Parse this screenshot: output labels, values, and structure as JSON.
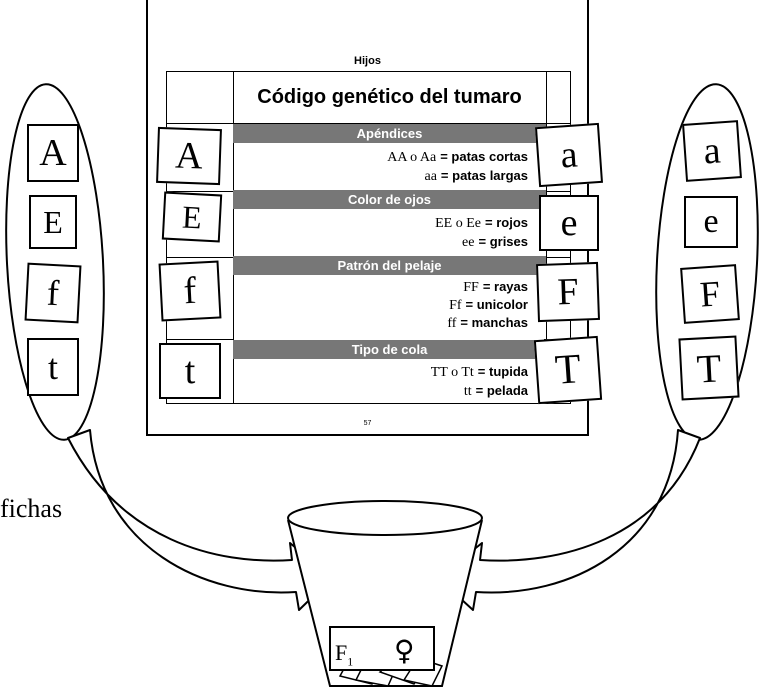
{
  "sheet": {
    "title": "Hijos",
    "main_title": "Código genético del tumaro",
    "page_number": "57",
    "sections": [
      {
        "name": "Apéndices",
        "rules": [
          {
            "genotype": "AA o Aa",
            "result": "= patas cortas"
          },
          {
            "genotype": "aa",
            "result": "= patas largas"
          }
        ]
      },
      {
        "name": "Color de ojos",
        "rules": [
          {
            "genotype": "EE o Ee",
            "result": "= rojos"
          },
          {
            "genotype": "ee",
            "result": "= grises"
          }
        ]
      },
      {
        "name": "Patrón del pelaje",
        "rules": [
          {
            "genotype": "FF",
            "result": "= rayas"
          },
          {
            "genotype": "Ff",
            "result": "= unicolor"
          },
          {
            "genotype": "ff",
            "result": "= manchas"
          }
        ]
      },
      {
        "name": "Tipo de cola",
        "rules": [
          {
            "genotype": "TT o Tt",
            "result": "= tupida"
          },
          {
            "genotype": "tt",
            "result": "= pelada"
          }
        ]
      }
    ]
  },
  "left_parent": {
    "tiles": [
      "A",
      "E",
      "f",
      "t"
    ]
  },
  "right_parent": {
    "tiles": [
      "a",
      "e",
      "F",
      "T"
    ]
  },
  "left_slots": [
    "A",
    "E",
    "f",
    "t"
  ],
  "right_slots": [
    "a",
    "e",
    "F",
    "T"
  ],
  "caption": "fichas",
  "bucket": {
    "card_label": "F",
    "card_subscript": "1",
    "symbol": "♀"
  },
  "icons": {
    "arrow": "down-arrow-icon",
    "female": "female-symbol-icon"
  }
}
